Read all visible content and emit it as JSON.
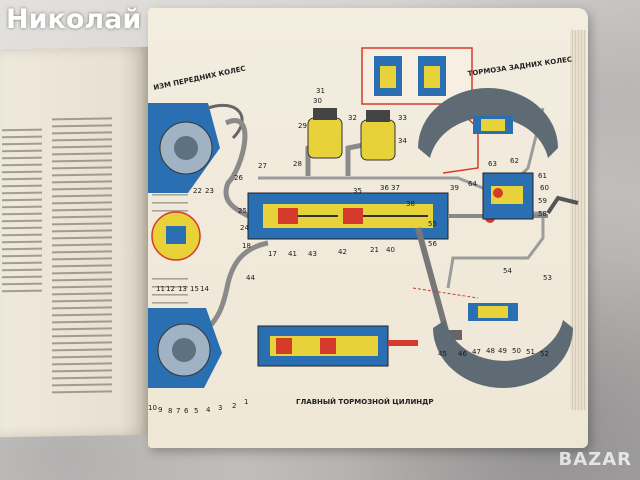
{
  "watermark": {
    "user_name": "Николай"
  },
  "diagram": {
    "captions": {
      "front_brakes": "ИЗМ ПЕРЕДНИХ КОЛЕС",
      "rear_brakes": "ТОРМОЗА ЗАДНИХ КОЛЕС",
      "master_cylinder": "ГЛАВНЫЙ ТОРМОЗНОЙ ЦИЛИНДР"
    },
    "part_numbers": [
      "30",
      "31",
      "32",
      "33",
      "29",
      "34",
      "26",
      "22",
      "23",
      "27",
      "28",
      "35",
      "36",
      "37",
      "38",
      "25",
      "24",
      "39",
      "18",
      "17",
      "41",
      "43",
      "42",
      "21",
      "40",
      "55",
      "56",
      "14",
      "15",
      "13",
      "12",
      "11",
      "10",
      "9",
      "8",
      "7",
      "6",
      "5",
      "4",
      "3",
      "2",
      "1",
      "44",
      "62",
      "63",
      "64",
      "61",
      "60",
      "59",
      "58",
      "54",
      "53",
      "45",
      "46",
      "47",
      "48",
      "49",
      "50",
      "51",
      "52"
    ]
  },
  "logos": {
    "marketplace": "BAZAR"
  },
  "colors": {
    "brake_blue": "#2b6fb3",
    "fluid_yellow": "#e8d23a",
    "accent_red": "#d43b2a",
    "page_paper": "#f1eadb"
  }
}
